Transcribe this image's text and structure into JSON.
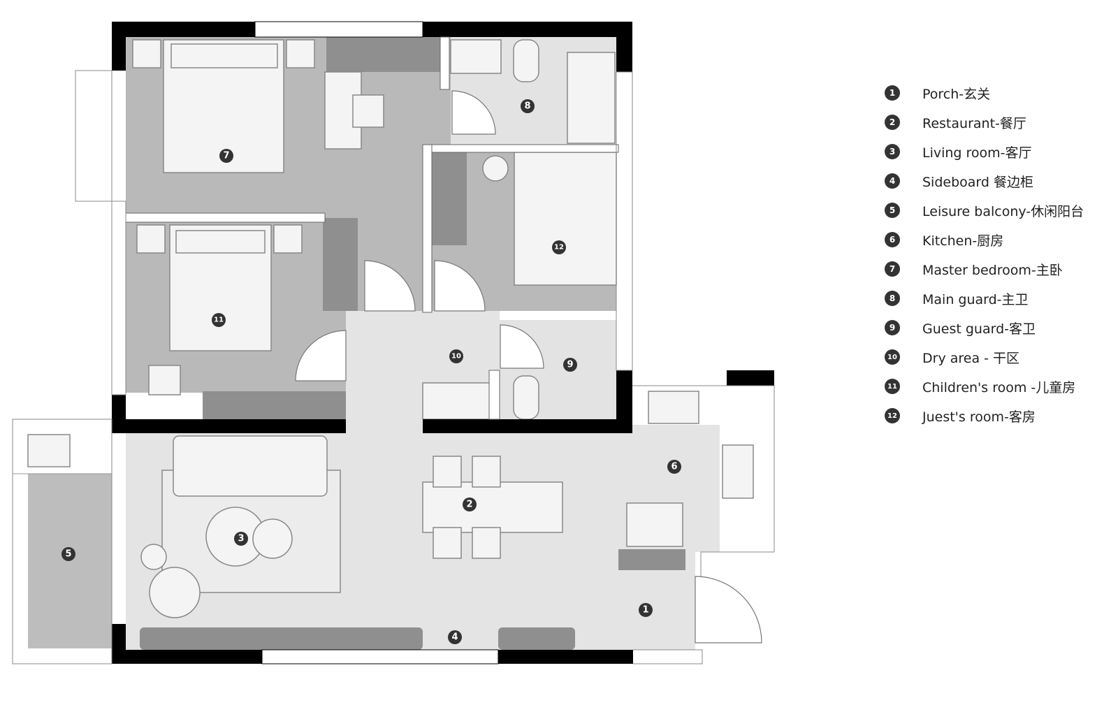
{
  "colors": {
    "wall": "#000000",
    "private_floor": "#b9b9b9",
    "public_floor": "#e4e4e4",
    "cabinet": "#8f8f8f",
    "furniture": "#f4f4f4"
  },
  "markers": [
    {
      "id": "1",
      "label": "1"
    },
    {
      "id": "2",
      "label": "2"
    },
    {
      "id": "3",
      "label": "3"
    },
    {
      "id": "4",
      "label": "4"
    },
    {
      "id": "5",
      "label": "5"
    },
    {
      "id": "6",
      "label": "6"
    },
    {
      "id": "7",
      "label": "7"
    },
    {
      "id": "8",
      "label": "8"
    },
    {
      "id": "9",
      "label": "9"
    },
    {
      "id": "10",
      "label": "10"
    },
    {
      "id": "11",
      "label": "11"
    },
    {
      "id": "12",
      "label": "12"
    }
  ],
  "legend": [
    {
      "num": "1",
      "label": "Porch-玄关"
    },
    {
      "num": "2",
      "label": "Restaurant-餐厅"
    },
    {
      "num": "3",
      "label": "Living room-客厅"
    },
    {
      "num": "4",
      "label": "Sideboard  餐边柜"
    },
    {
      "num": "5",
      "label": "Leisure balcony-休闲阳台"
    },
    {
      "num": "6",
      "label": "Kitchen-厨房"
    },
    {
      "num": "7",
      "label": "Master bedroom-主卧"
    },
    {
      "num": "8",
      "label": "Main guard-主卫"
    },
    {
      "num": "9",
      "label": "Guest guard-客卫"
    },
    {
      "num": "10",
      "label": "Dry area - 干区"
    },
    {
      "num": "11",
      "label": "Children's room  -儿童房"
    },
    {
      "num": "12",
      "label": "Juest's room-客房"
    }
  ]
}
